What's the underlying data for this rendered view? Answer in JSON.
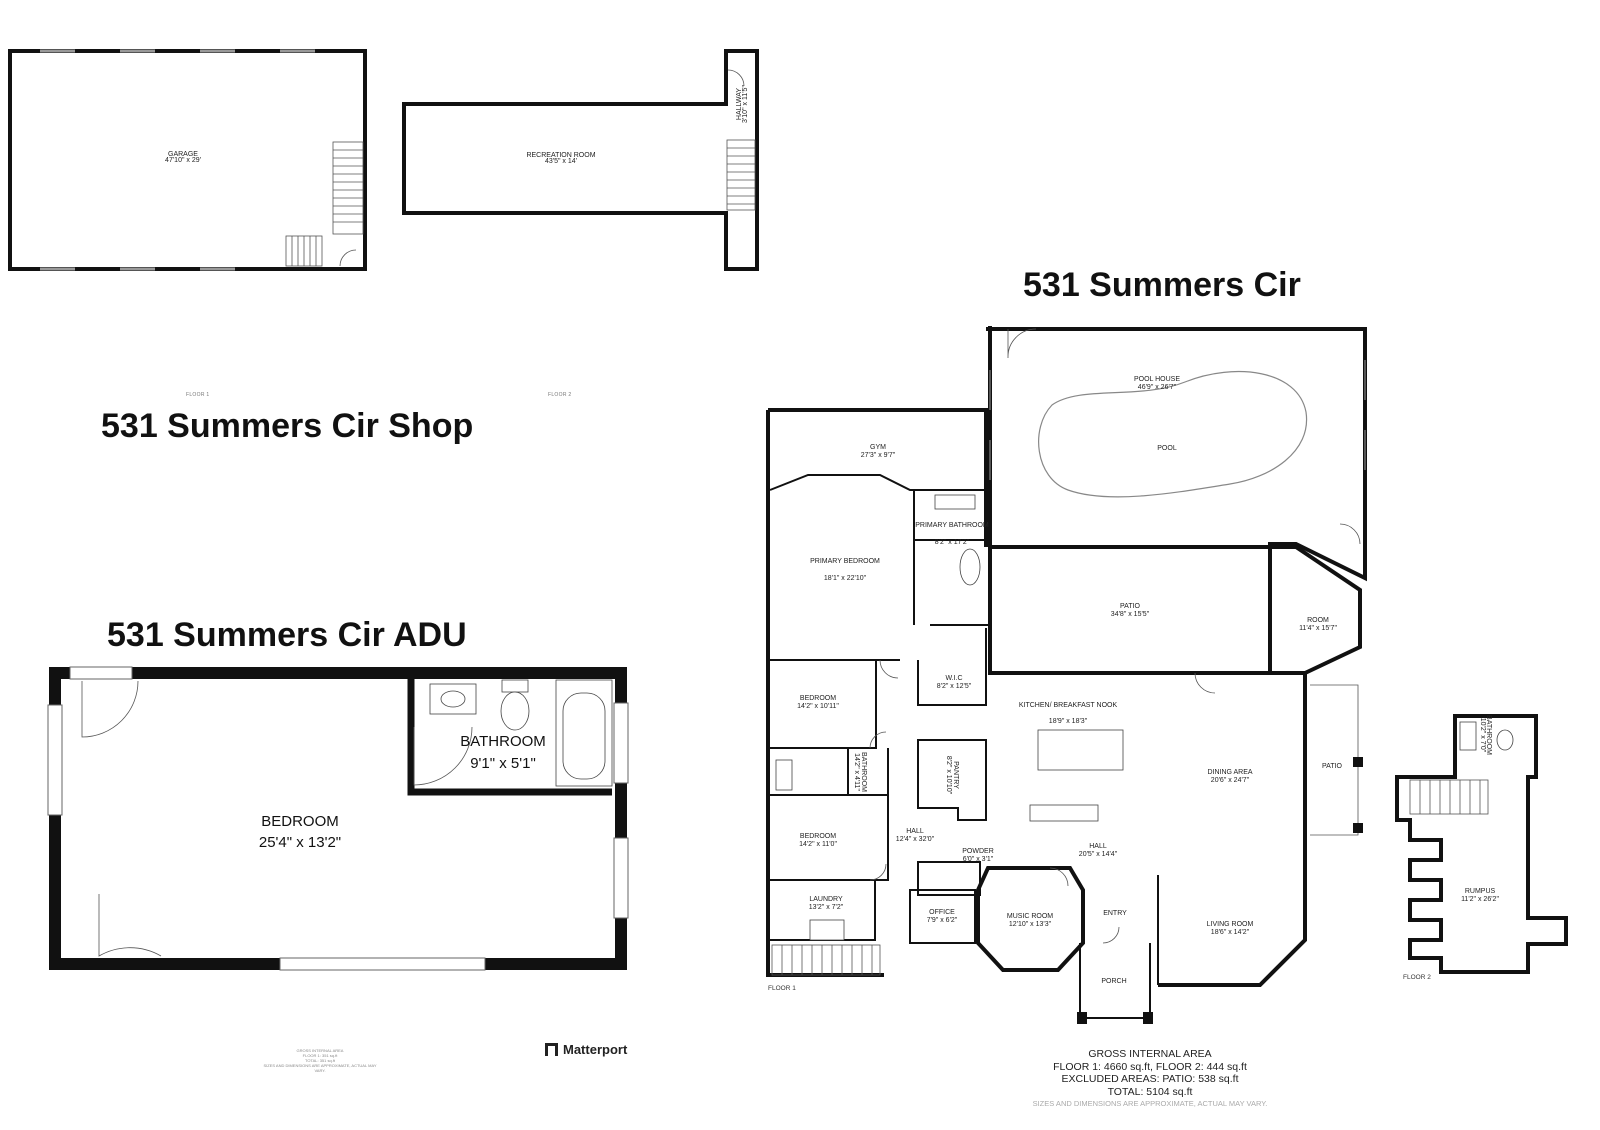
{
  "main_house": {
    "title": "531 Summers Cir",
    "floor1_label": "FLOOR 1",
    "floor2_label": "FLOOR 2",
    "rooms": {
      "pool_house": {
        "name": "POOL HOUSE",
        "dims": "46'9\" x 26'7\""
      },
      "pool": {
        "name": "POOL"
      },
      "gym": {
        "name": "GYM",
        "dims": "27'3\" x 9'7\""
      },
      "primary_bathroom": {
        "name": "PRIMARY BATHROOM",
        "dims": "8'2\" x 17'2\""
      },
      "primary_bedroom": {
        "name": "PRIMARY BEDROOM",
        "dims": "18'1\" x 22'10\""
      },
      "patio_main": {
        "name": "PATIO",
        "dims": "34'8\" x 15'5\""
      },
      "room": {
        "name": "ROOM",
        "dims": "11'4\" x 15'7\""
      },
      "wic": {
        "name": "W.I.C",
        "dims": "8'2\" x 12'5\""
      },
      "bedroom_2": {
        "name": "BEDROOM",
        "dims": "14'2\" x 10'11\""
      },
      "bathroom_small": {
        "name": "BATHROOM",
        "dims": "14'2\" x 4'11\""
      },
      "pantry": {
        "name": "PANTRY",
        "dims": "8'2\" x 10'10\""
      },
      "kitchen": {
        "name": "KITCHEN/ BREAKFAST NOOK",
        "dims": "18'9\" x 18'3\""
      },
      "dining": {
        "name": "DINING AREA",
        "dims": "20'6\" x 24'7\""
      },
      "patio_side": {
        "name": "PATIO"
      },
      "bedroom_3": {
        "name": "BEDROOM",
        "dims": "14'2\" x 11'0\""
      },
      "hall_left": {
        "name": "HALL",
        "dims": "12'4\" x 32'0\""
      },
      "powder": {
        "name": "POWDER",
        "dims": "6'0\" x 3'1\""
      },
      "hall_center": {
        "name": "HALL",
        "dims": "20'5\" x 14'4\""
      },
      "laundry": {
        "name": "LAUNDRY",
        "dims": "13'2\" x 7'2\""
      },
      "office": {
        "name": "OFFICE",
        "dims": "7'9\" x 6'2\""
      },
      "music_room": {
        "name": "MUSIC ROOM",
        "dims": "12'10\" x 13'3\""
      },
      "entry": {
        "name": "ENTRY"
      },
      "living_room": {
        "name": "LIVING ROOM",
        "dims": "18'6\" x 14'2\""
      },
      "porch": {
        "name": "PORCH"
      },
      "rumpus": {
        "name": "RUMPUS",
        "dims": "11'2\" x 26'2\""
      },
      "bathroom_f2": {
        "name": "BATHROOM",
        "dims": "10'2\" x 7'0\""
      }
    },
    "gross_internal_area": {
      "heading": "GROSS INTERNAL AREA",
      "line1": "FLOOR 1: 4660 sq.ft, FLOOR 2: 444 sq.ft",
      "line2": "EXCLUDED AREAS: PATIO: 538 sq.ft",
      "line3": "TOTAL: 5104 sq.ft",
      "note": "SIZES AND DIMENSIONS ARE APPROXIMATE, ACTUAL MAY VARY."
    }
  },
  "shop": {
    "title": "531 Summers Cir Shop",
    "floor1_label": "FLOOR 1",
    "floor2_label": "FLOOR 2",
    "garage": {
      "name": "GARAGE",
      "dims": "47'10\" x 29'"
    },
    "recreation_room": {
      "name": "RECREATION ROOM",
      "dims": "43'5\" x 14'"
    },
    "hallway": {
      "name": "HALLWAY",
      "dims": "3'10\" x 11'5\""
    }
  },
  "adu": {
    "title": "531 Summers Cir ADU",
    "bedroom": {
      "name": "BEDROOM",
      "dims": "25'4\" x 13'2\""
    },
    "bathroom": {
      "name": "BATHROOM",
      "dims": "9'1\" x 5'1\""
    },
    "gia_heading": "GROSS INTERNAL AREA",
    "gia_line1": "FLOOR 1: 351 sq.ft",
    "gia_line2": "TOTAL: 351 sq.ft",
    "gia_note": "SIZES AND DIMENSIONS ARE APPROXIMATE, ACTUAL MAY VARY."
  },
  "brand": {
    "label": "Matterport"
  }
}
